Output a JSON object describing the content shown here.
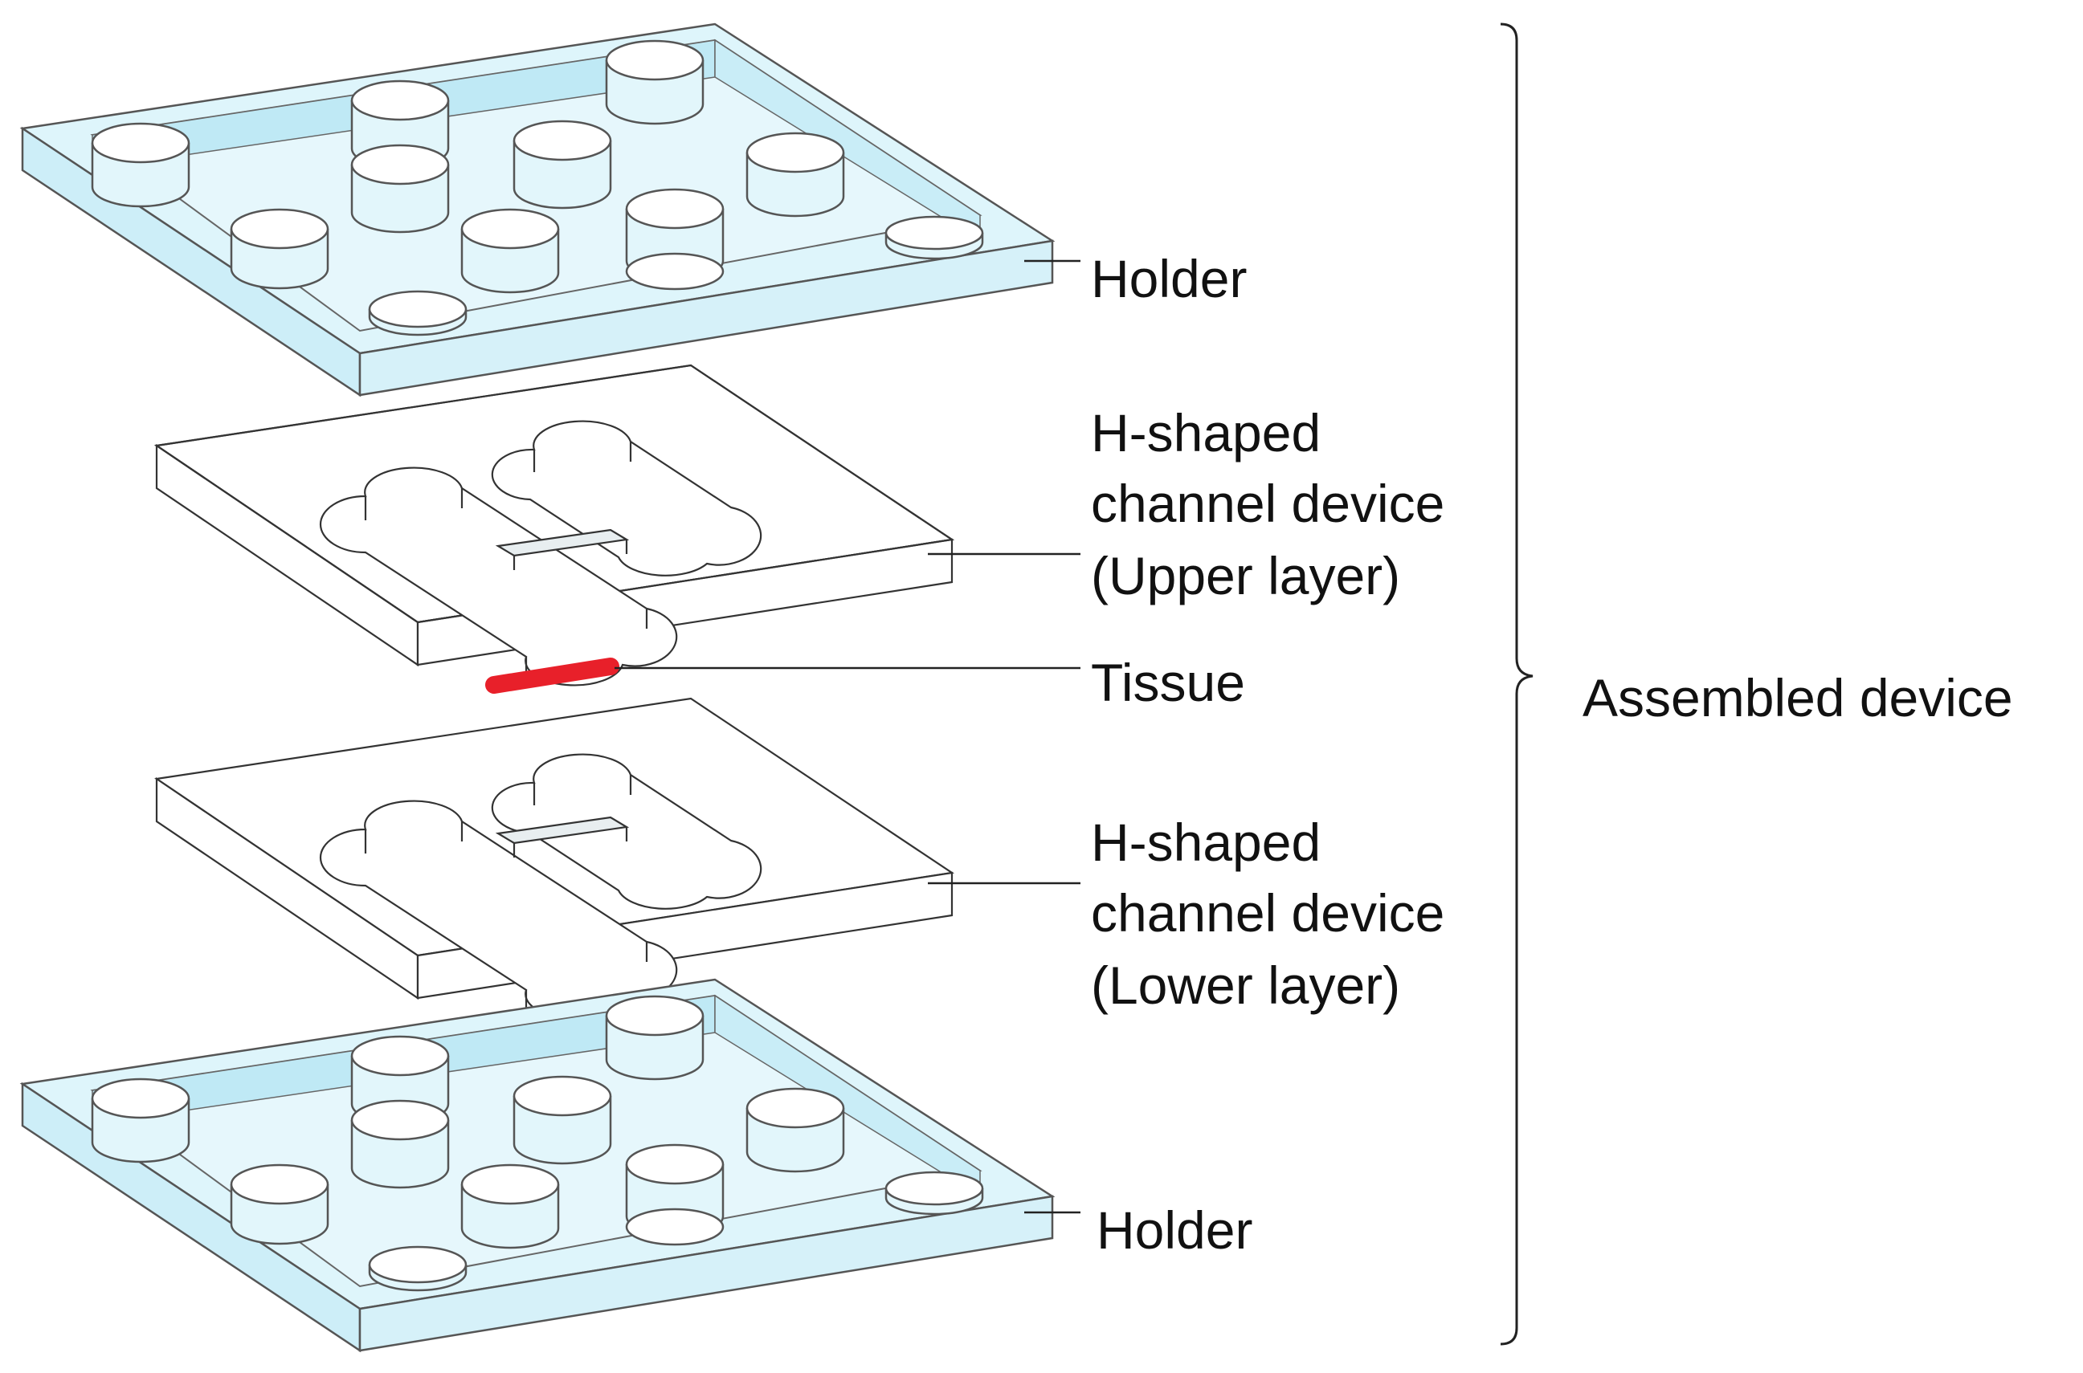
{
  "labels": {
    "holder_top": "Holder",
    "upper_layer": [
      "H-shaped",
      "channel device",
      "(Upper layer)"
    ],
    "tissue": "Tissue",
    "lower_layer": [
      "H-shaped",
      "channel device",
      "(Lower layer)"
    ],
    "holder_bottom": "Holder",
    "assembled": "Assembled device"
  },
  "colors": {
    "holder_fill": "#def5fb",
    "holder_edge": "#bfe9f5",
    "outline": "#444444",
    "tissue": "#e8202a"
  }
}
